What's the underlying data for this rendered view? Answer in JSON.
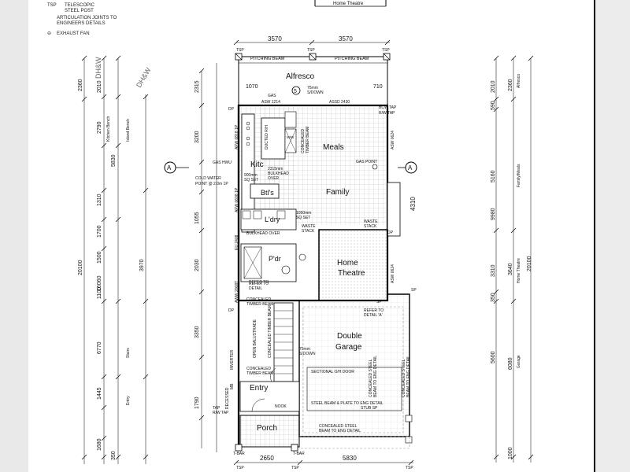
{
  "legend": {
    "prefix": "TSP",
    "telescopic": [
      "TELESCOPIC",
      "STEEL POST"
    ],
    "articulation": [
      "ARTICULATION JOINTS TO",
      "ENGINEERS DETAILS"
    ],
    "exhaust_symbol": "⊖",
    "exhaust": "EXHAUST FAN"
  },
  "title_top": "Home Theatre",
  "section_marker": "A",
  "dh_w": "DH&W",
  "rooms": {
    "alfresco": "Alfresco",
    "meals": "Meals",
    "kitc": "Kitc",
    "family": "Family",
    "btls": "Btl's",
    "ldry": "L'dry",
    "pdr": "P'dr",
    "home_theatre_1": "Home",
    "home_theatre_2": "Theatre",
    "double_garage_1": "Double",
    "double_garage_2": "Garage",
    "entry": "Entry",
    "porch": "Porch"
  },
  "notes": {
    "pitching_beam": "PITCHING BEAM",
    "gas": "GAS",
    "down_75": "75mm",
    "s_down": "S/DOWN",
    "asw_1214": "ASW 1214",
    "assd_2430": "ASSD 2430",
    "bcw_tap": "BCW TAP",
    "gas_point": "GAS POINT",
    "gas_hwu": "GAS HWU",
    "cold_water_1": "COLD WATER",
    "cold_water_2": "POINT @ 2.0m 1P",
    "bulkhead_1": "2315mm",
    "bulkhead_2": "BULKHEAD",
    "bulkhead_3": "OVER",
    "sq_900": "900mm",
    "sq_set": "SQ SET",
    "sq_1050": "1050mm",
    "sq_set2": "SQ SET",
    "concealed_timber": "CONCEALED",
    "timber_beam": "TIMBER BEAM",
    "waste_stack": "WASTE",
    "stack": "STACK",
    "refer_detail_a": "REFER TO",
    "detail_a": "DETAIL 'A'",
    "refer_detail": "REFER TO",
    "detail": "DETAIL",
    "concealed_steel_1": "CONCEALED STEEL",
    "concealed_steel_2": "BEAM TO ENG DETAIL",
    "sectional_door": "SECTIONAL O/H DOOR",
    "steel_beam_plate": "STEEL BEAM & PLATE TO ENG DETAIL",
    "stub_sp": "STUB SP",
    "concealed_steel_bottom": "CONCEALED STEEL",
    "beam_eng_bottom": "BEAM TO ENG DETAIL",
    "tap": "TAP",
    "rw_tap": "R/W TAP",
    "inverter": "INVERTER",
    "recessed": "RECESSED",
    "mb": "MB",
    "open_balustrade": "OPEN BALUSTRADE",
    "concealed_timber_beam_v": "CONCEALED TIMBER BEAM",
    "aww": "AWW 2008T",
    "dp": "DP",
    "sp": "SP",
    "tsp": "TSP",
    "t_bar": "T-BAR",
    "nook": "NOOK",
    "afw_0818": "AFW 0818 1P",
    "afw_0608": "AFW 0608 1P",
    "asw_0624": "ASW 0624",
    "eu_2408": "EU 2408",
    "bulkhead_over": "BULKHEAD OVER",
    "ducted_rh": "DUCTED R/H",
    "mw": "M/W"
  },
  "dims": {
    "top": [
      "3570",
      "3570"
    ],
    "bottom": [
      "2650",
      "5830"
    ],
    "left_outer": [
      "2360",
      "2790",
      "1310",
      "1700",
      "1500",
      "1100",
      "1445",
      "1680",
      "350"
    ],
    "left_outer_total": "20100",
    "left_inner": [
      "2315",
      "3200",
      "1055",
      "2030",
      "3350",
      "1790"
    ],
    "left_mid": [
      "5830",
      "16060",
      "3970",
      "6770"
    ],
    "right_outer": [
      "2360",
      "5160",
      "3640",
      "5600",
      "1000"
    ],
    "right_outer_total": "20100",
    "right_mid": [
      "9980",
      "6080"
    ],
    "right_inner": [
      "2010",
      "590",
      "3310",
      "350"
    ],
    "plan_side": [
      "1070",
      "710",
      "4310"
    ]
  },
  "dim_labels": {
    "kitchen_bench": "Kitchen Bench",
    "island_bench": "Island Bench",
    "alfresco_side": "Alfresco",
    "family_meals": "Family/Meals",
    "home_theatre_side": "Home Theatre",
    "garage_side": "Garage",
    "stairs": "Stairs",
    "entry_side": "Entry"
  }
}
